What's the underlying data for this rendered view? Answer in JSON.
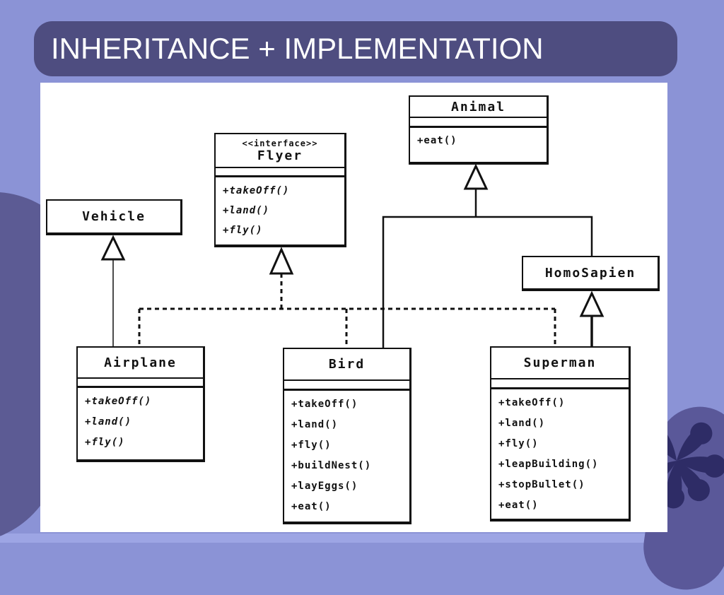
{
  "slide": {
    "title": "INHERITANCE + IMPLEMENTATION"
  },
  "colors": {
    "background": "#8b93d6",
    "background_strip": "#9da5e4",
    "title_bar": "#4e4d80",
    "accent_blob": "#5c5b94",
    "flower_blob": "#5a5899",
    "flower": "#2e2c66",
    "panel": "#ffffff",
    "line": "#111111"
  },
  "diagram": {
    "classes": {
      "animal": {
        "name": "Animal",
        "methods": [
          "+eat()"
        ]
      },
      "flyer": {
        "stereotype": "<<interface>>",
        "name": "Flyer",
        "methods": [
          "+takeOff()",
          "+land()",
          "+fly()"
        ]
      },
      "vehicle": {
        "name": "Vehicle"
      },
      "homosapien": {
        "name": "HomoSapien"
      },
      "airplane": {
        "name": "Airplane",
        "methods": [
          "+takeOff()",
          "+land()",
          "+fly()"
        ]
      },
      "bird": {
        "name": "Bird",
        "methods": [
          "+takeOff()",
          "+land()",
          "+fly()",
          "+buildNest()",
          "+layEggs()",
          "+eat()"
        ]
      },
      "superman": {
        "name": "Superman",
        "methods": [
          "+takeOff()",
          "+land()",
          "+fly()",
          "+leapBuilding()",
          "+stopBullet()",
          "+eat()"
        ]
      }
    },
    "relations": [
      {
        "type": "inheritance",
        "from": "Airplane",
        "to": "Vehicle",
        "line": "solid"
      },
      {
        "type": "inheritance",
        "from": "Bird",
        "to": "Animal",
        "line": "solid"
      },
      {
        "type": "inheritance",
        "from": "HomoSapien",
        "to": "Animal",
        "line": "solid"
      },
      {
        "type": "inheritance",
        "from": "Superman",
        "to": "HomoSapien",
        "line": "solid"
      },
      {
        "type": "realization",
        "from": "Airplane",
        "to": "Flyer",
        "line": "dashed"
      },
      {
        "type": "realization",
        "from": "Bird",
        "to": "Flyer",
        "line": "dashed"
      },
      {
        "type": "realization",
        "from": "Superman",
        "to": "Flyer",
        "line": "dashed"
      }
    ]
  }
}
